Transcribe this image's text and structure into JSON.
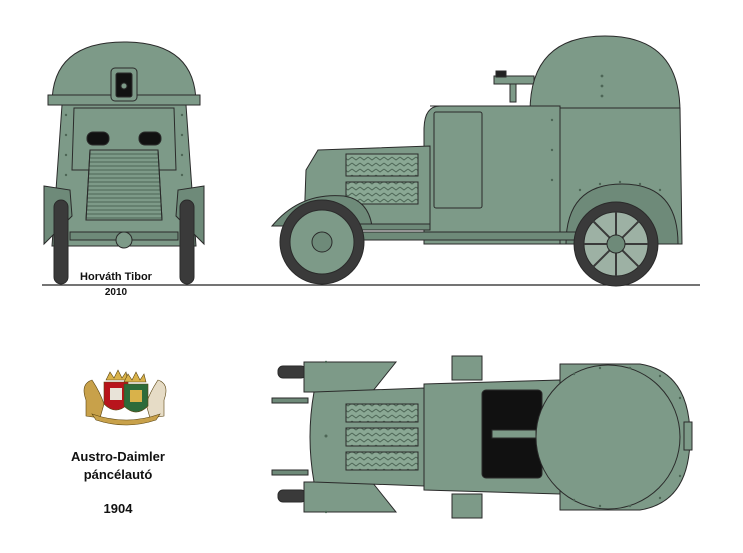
{
  "caption": {
    "author": "Horváth Tibor",
    "drawn_year": "2010",
    "vehicle_name_line1": "Austro-Daimler",
    "vehicle_name_line2": "páncélautó",
    "vehicle_year": "1904"
  },
  "colors": {
    "armor": "#7d9a88",
    "armor_dark": "#5f7a69",
    "outline": "#2a2a2a",
    "tire": "#3a3a3a",
    "hatch_interior": "#111111",
    "ground_line": "#222222",
    "background": "#ffffff"
  },
  "icons": {
    "emblem": "austro-hungarian-coat-of-arms-icon"
  }
}
